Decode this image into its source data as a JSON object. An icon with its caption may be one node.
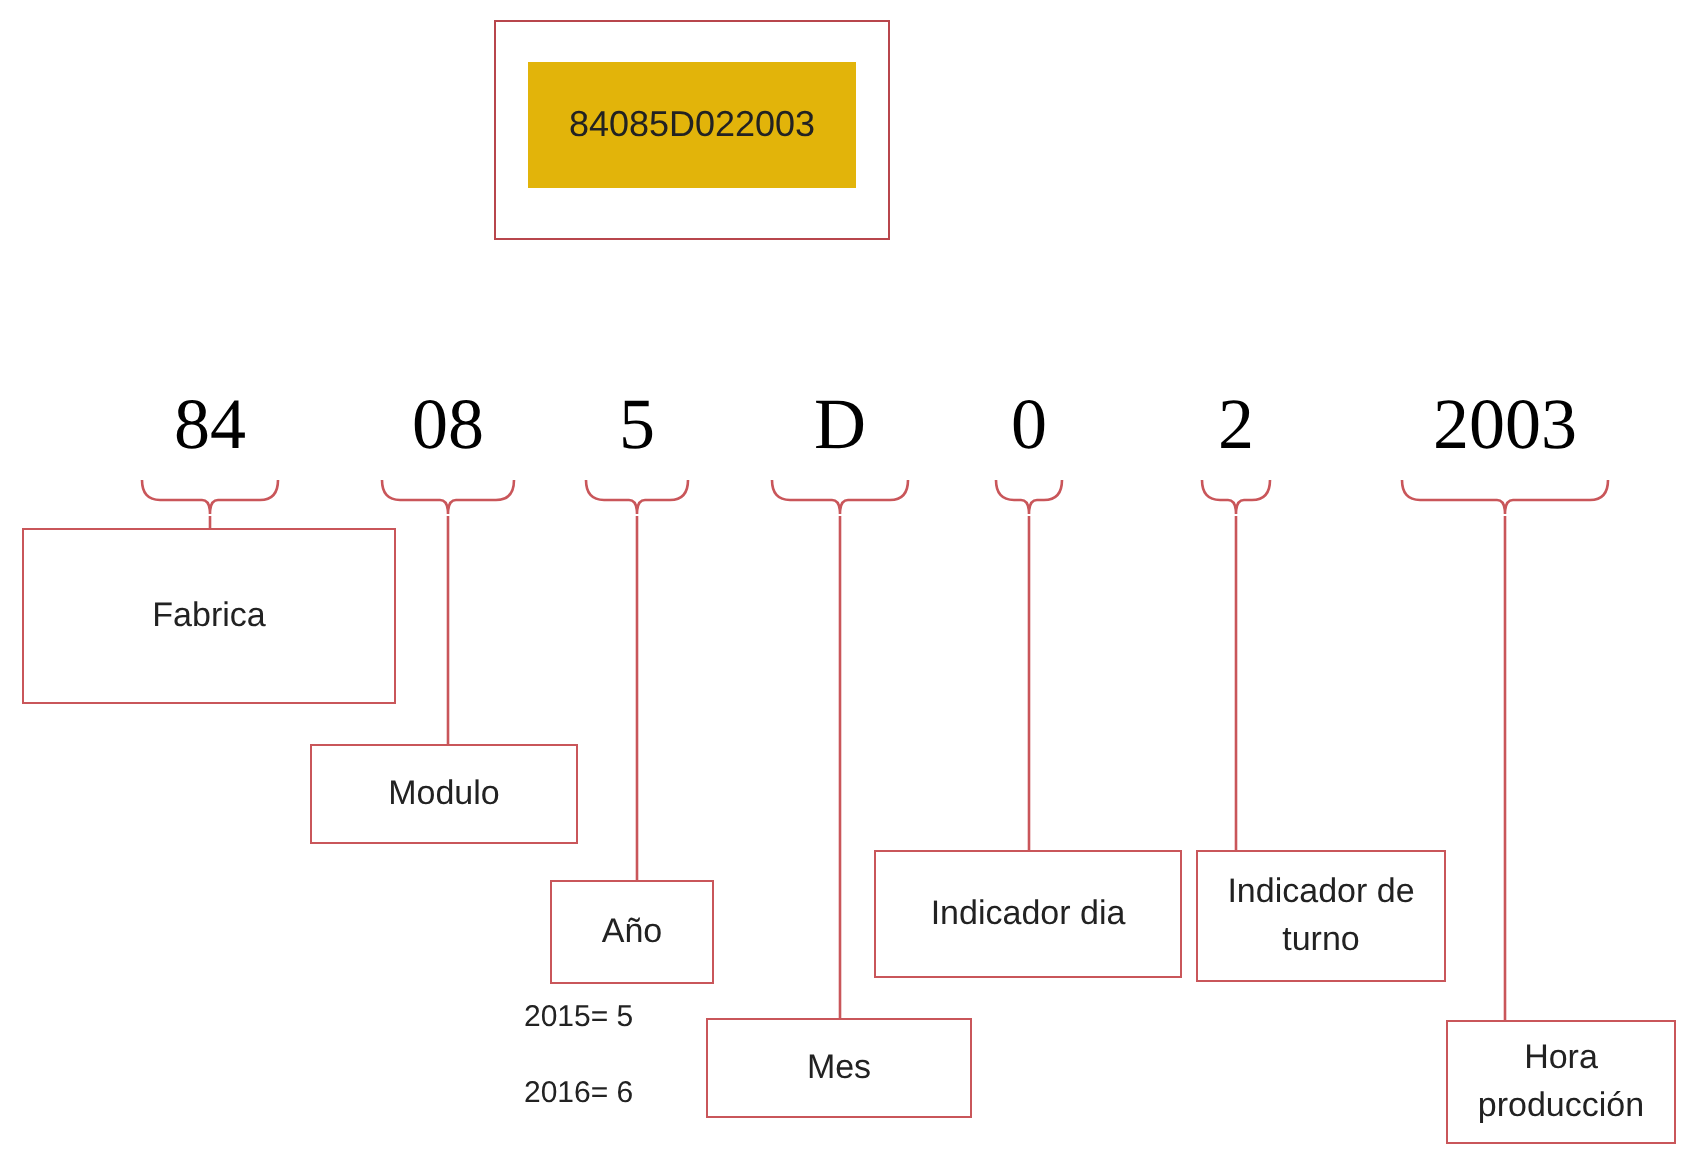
{
  "diagram": {
    "nodes": [
      {
        "text": [],
        "shape": "box"
      },
      {
        "text": [
          "84085D022003"
        ],
        "in": 0
      },
      {
        "text": [
          "84"
        ]
      },
      {
        "text": [
          "08"
        ]
      },
      {
        "text": [
          "5"
        ]
      },
      {
        "text": [
          "D"
        ]
      },
      {
        "text": [
          "0"
        ]
      },
      {
        "text": [
          "2"
        ]
      },
      {
        "text": [
          "2003"
        ]
      },
      {
        "text": [
          "Fabrica"
        ]
      },
      {
        "text": [
          "Modulo"
        ]
      },
      {
        "text": [
          "Año"
        ]
      },
      {
        "text": [
          "Indicador dia"
        ]
      },
      {
        "text": [
          "Indicador de turno"
        ]
      },
      {
        "text": [
          "Mes"
        ]
      },
      {
        "text": [
          "Hora producción"
        ]
      }
    ],
    "edges": [
      {
        "from": 2,
        "to": 9,
        "arrow": "none"
      },
      {
        "from": 3,
        "to": 10,
        "arrow": "none"
      },
      {
        "from": 4,
        "to": 11,
        "arrow": "none"
      },
      {
        "from": 5,
        "to": 14,
        "arrow": "none"
      },
      {
        "from": 6,
        "to": 12,
        "arrow": "none"
      },
      {
        "from": 7,
        "to": 13,
        "arrow": "none"
      },
      {
        "from": 8,
        "to": 15,
        "arrow": "none"
      }
    ],
    "labels": [
      "2015= 5",
      "2016= 6"
    ]
  }
}
